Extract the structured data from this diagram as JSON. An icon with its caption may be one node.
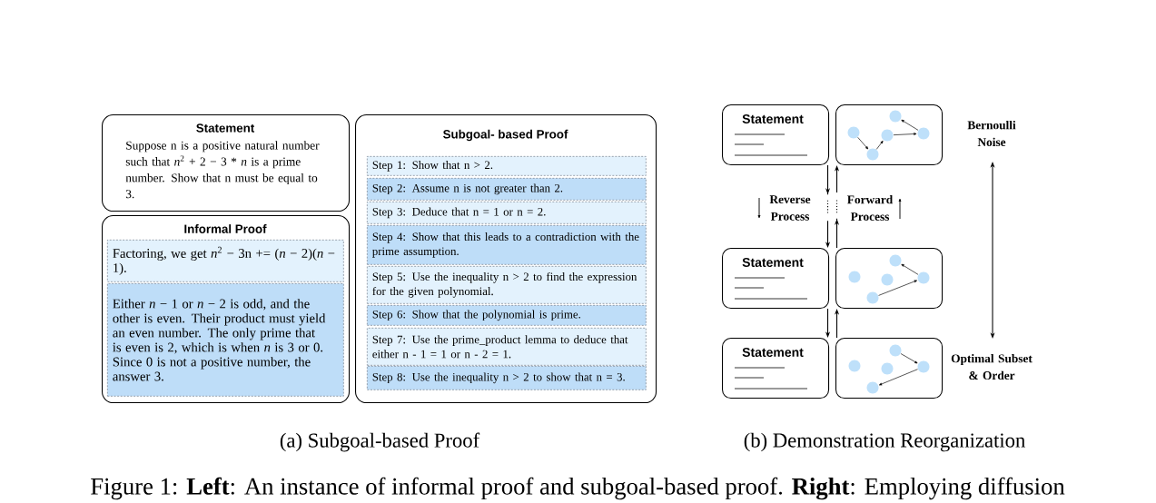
{
  "diagram": {
    "caption": "Figure 1: **Left**: An instance of informal proof and subgoal-based proof. **Right**: Employing diffusion",
    "nodes": [
      {
        "text": [
          "Statement",
          "Suppose n is a positive natural number such that *n*$^{2}$ + 2 − 3 * *n* is a prime number. Show that n must be equal to 3."
        ]
      },
      {
        "text": [
          "Informal Proof"
        ]
      },
      {
        "text": [
          "Factoring, we get *n*$^{2}$ − 3n += (*n* − 2)(*n* − 1)."
        ],
        "in": 1
      },
      {
        "text": [
          "Either *n* − 1 or *n* − 2 is odd, and the other is even. Their product must yield an even number. The only prime that is even is 2, which is when *n* is 3 or 0. Since 0 is not a positive number, the answer 3."
        ],
        "in": 1
      },
      {
        "text": [
          "Subgoal- based Proof"
        ]
      },
      {
        "text": [
          "Step 1: Show that n > 2."
        ],
        "in": 4
      },
      {
        "text": [
          "Step 2: Assume n is not greater than 2."
        ],
        "in": 4
      },
      {
        "text": [
          "Step 3: Deduce that n = 1 or n = 2."
        ],
        "in": 4
      },
      {
        "text": [
          "Step 4: Show that this leads to a contradiction with the prime assumption."
        ],
        "in": 4
      },
      {
        "text": [
          "Step 5: Use the inequality n > 2 to find the expression for the given polynomial."
        ],
        "in": 4
      },
      {
        "text": [
          "Step 6: Show that the polynomial is prime."
        ],
        "in": 4
      },
      {
        "text": [
          "Step 7: Use the prime_product lemma to deduce that either n - 1 = 1 or n - 2 = 1."
        ],
        "in": 4
      },
      {
        "text": [
          "Step 8: Use the inequality n > 2 to show that n = 3."
        ],
        "in": 4
      },
      {
        "text": [
          "Statement"
        ]
      },
      {
        "text": [],
        "shape": "box"
      },
      {
        "text": [
          "Statement"
        ]
      },
      {
        "text": [],
        "shape": "box"
      },
      {
        "text": [
          "Statement"
        ]
      },
      {
        "text": [],
        "shape": "box"
      },
      {
        "text": [
          "Bernoulli Noise"
        ]
      },
      {
        "text": [
          "Optimal Subset & Order"
        ]
      }
    ],
    "edges": [
      {
        "from": 13,
        "to": 15,
        "arrow": "to",
        "style": "dashed"
      },
      {
        "from": 15,
        "to": 13,
        "arrow": "to",
        "style": "dashed"
      },
      {
        "from": 15,
        "to": 17,
        "arrow": "to"
      },
      {
        "from": 17,
        "to": 15,
        "arrow": "to"
      },
      {
        "from": 19,
        "to": 20,
        "arrow": "both"
      }
    ],
    "labels": [
      "Reverse Process",
      "Forward Process",
      "(a) Subgoal-based Proof",
      "(b) Demonstration Reorganization"
    ]
  }
}
